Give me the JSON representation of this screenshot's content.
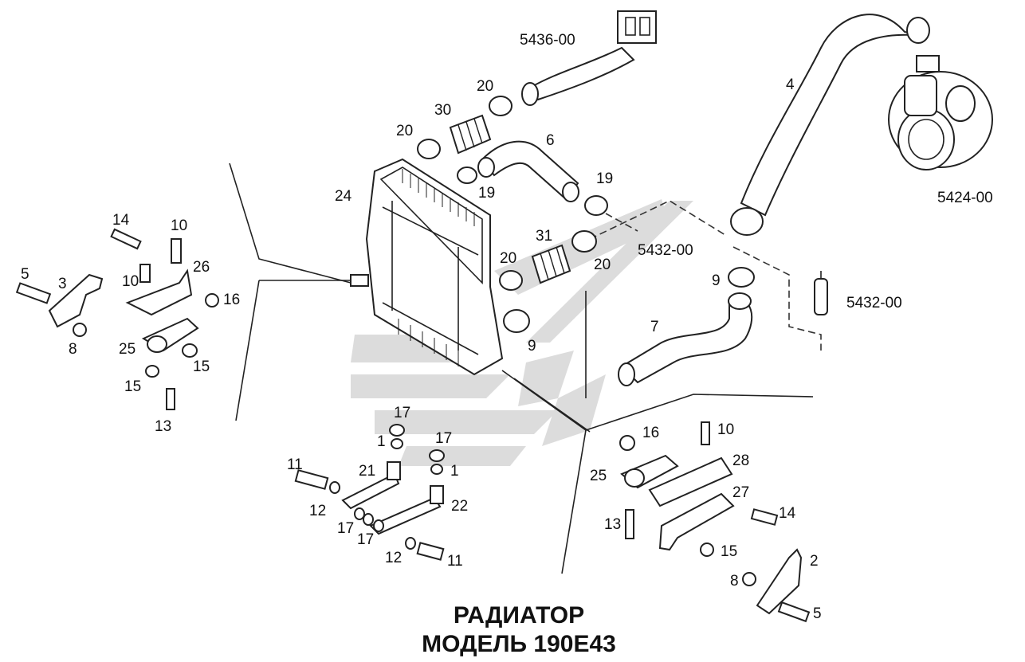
{
  "title": {
    "line1": "РАДИАТОР",
    "line2": "МОДЕЛЬ 190E43"
  },
  "refs": {
    "r5436": "5436-00",
    "r5424": "5424-00",
    "r5432a": "5432-00",
    "r5432b": "5432-00"
  },
  "labels": {
    "l20a": "20",
    "l30": "30",
    "l20b": "20",
    "l6": "6",
    "l19a": "19",
    "l19b": "19",
    "l24": "24",
    "l4": "4",
    "l31": "31",
    "l20c": "20",
    "l20d": "20",
    "l9a": "9",
    "l9b": "9",
    "l7": "7",
    "l14a": "14",
    "l10a": "10",
    "l26": "26",
    "l5a": "5",
    "l3": "3",
    "l10b": "10",
    "l16a": "16",
    "l8a": "8",
    "l25a": "25",
    "l15a": "15",
    "l15b": "15",
    "l13a": "13",
    "l17a": "17",
    "l1a": "1",
    "l17b": "17",
    "l1b": "1",
    "l11a": "11",
    "l21": "21",
    "l12a": "12",
    "l22": "22",
    "l17c": "17",
    "l17d": "17",
    "l12b": "12",
    "l11b": "11",
    "l16b": "16",
    "l10c": "10",
    "l28": "28",
    "l25b": "25",
    "l27": "27",
    "l14b": "14",
    "l13b": "13",
    "l15c": "15",
    "l2": "2",
    "l8b": "8",
    "l5b": "5"
  }
}
